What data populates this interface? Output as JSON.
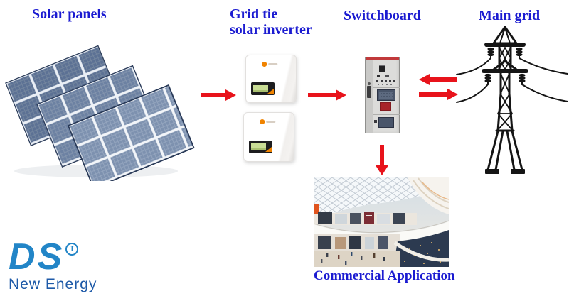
{
  "labels": {
    "solar_panels": "Solar panels",
    "grid_tie_line1": "Grid tie",
    "grid_tie_line2": "solar inverter",
    "switchboard": "Switchboard",
    "main_grid": "Main grid",
    "commercial_application": "Commercial Application"
  },
  "logo": {
    "initials": "DS",
    "trademark_letter": "T",
    "subtitle": "New Energy",
    "initials_color": "#2285c7",
    "subtitle_color": "#1e5aa8"
  },
  "colors": {
    "label_text": "#1b1bd1",
    "arrow_red": "#e8131b",
    "cabinet_stripe_red": "#c1393b",
    "solar_cell_blue": "#64799b",
    "inverter_accent_orange": "#f08300",
    "tower_line": "#151515"
  },
  "icons": {
    "solar_array": "solar-panels-image",
    "inverter": "grid-tie-inverter-image",
    "cabinet": "switchboard-cabinet-image",
    "tower": "transmission-tower-icon",
    "mall": "commercial-mall-image"
  }
}
